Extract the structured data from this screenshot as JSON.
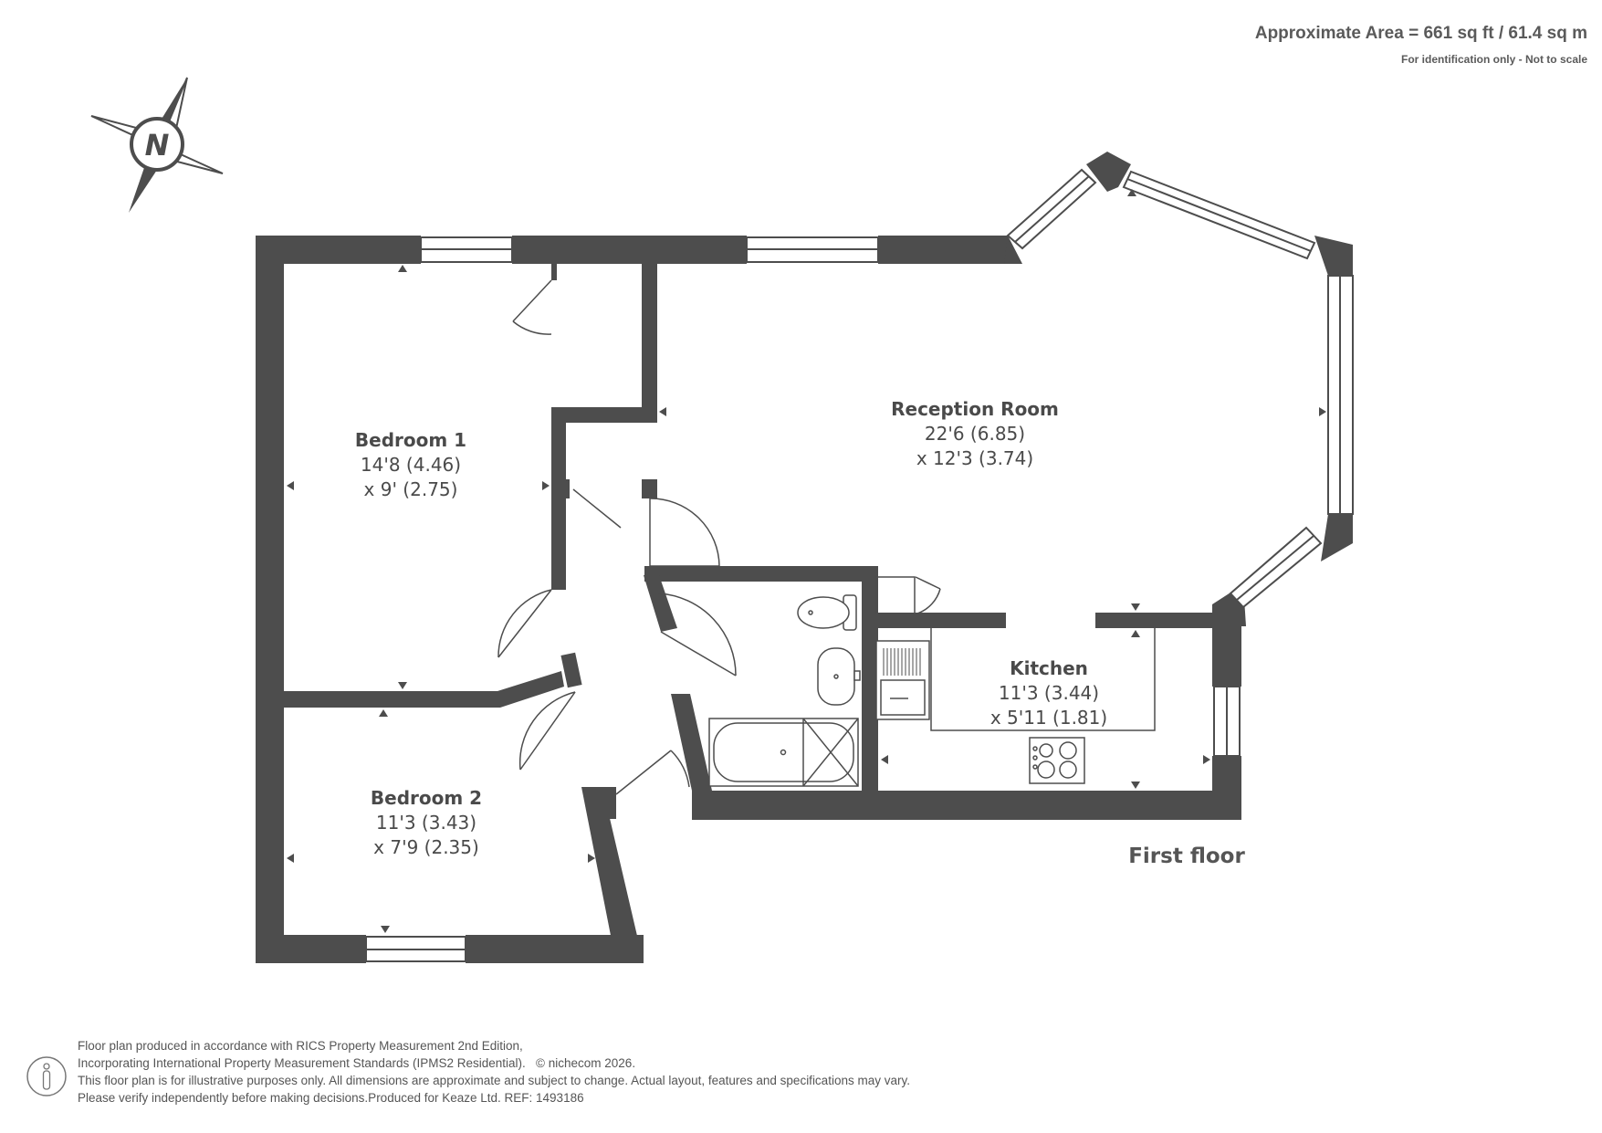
{
  "header": {
    "area": "Approximate Area = 661 sq ft / 61.4 sq m",
    "disclaimer": "For identification only - Not to scale"
  },
  "compass": {
    "letter": "N",
    "icon": "north-compass-icon"
  },
  "floor_label": "First floor",
  "rooms": {
    "reception": {
      "name": "Reception Room",
      "dim1": "22'6 (6.85)",
      "dim2": "x 12'3 (3.74)"
    },
    "bedroom1": {
      "name": "Bedroom 1",
      "dim1": "14'8 (4.46)",
      "dim2": "x 9' (2.75)"
    },
    "bedroom2": {
      "name": "Bedroom 2",
      "dim1": "11'3 (3.43)",
      "dim2": "x 7'9 (2.35)"
    },
    "kitchen": {
      "name": "Kitchen",
      "dim1": "11'3 (3.44)",
      "dim2": "x 5'11 (1.81)"
    }
  },
  "footer": {
    "line1": "Floor plan produced in accordance with RICS Property Measurement 2nd Edition,",
    "line2": "Incorporating International Property Measurement Standards (IPMS2 Residential).",
    "copyright_prefix": "©",
    "brand": "nichecom",
    "year": "2026.",
    "line3": "This floor plan is for illustrative purposes only. All dimensions are approximate and subject to change. Actual layout, features and specifications may vary.",
    "line4": "Please verify independently before making decisions.Produced for Keaze Ltd.   REF:  1493186"
  },
  "colors": {
    "wall": "#4d4d4d",
    "text": "#555555"
  }
}
